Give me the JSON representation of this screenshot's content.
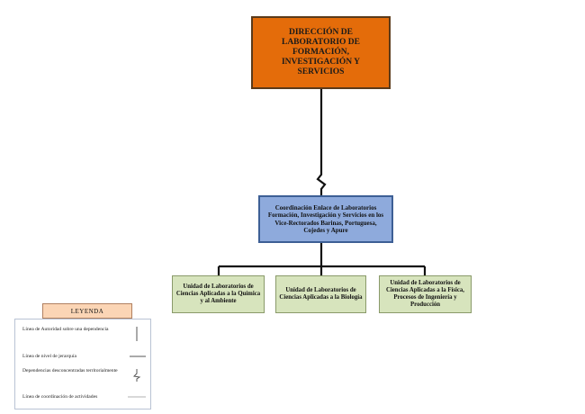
{
  "top_box": {
    "label": "DIRECCIÓN DE LABORATORIO DE FORMACIÓN, INVESTIGACIÓN Y SERVICIOS",
    "fill": "#e46c0a"
  },
  "coordination_box": {
    "label": "Coordinación Enlace de Laboratorios Formación, Investigación y Servicios en los Vice-Rectorados Barinas, Portuguesa, Cojedes y Apure",
    "fill": "#8eaadc"
  },
  "units": [
    {
      "label": "Unidad de Laboratorios de Ciencias Aplicadas a la Química y al Ambiente"
    },
    {
      "label": "Unidad de Laboratorios de Ciencias Aplicadas a la Biología"
    },
    {
      "label": "Unidad de Laboratorios de Ciencias Aplicadas a la Física, Procesos de Ingeniería y Producción"
    }
  ],
  "unit_fill": "#d7e4bd",
  "legend": {
    "title": "LEYENDA",
    "items": [
      {
        "label": "Línea de Autoridad sobre una dependencia",
        "symbol": "vertical-line"
      },
      {
        "label": "Línea de nivel de jerarquía",
        "symbol": "horizontal-line"
      },
      {
        "label": "Dependencias desconcentradas territorialmente",
        "symbol": "zigzag-line"
      },
      {
        "label": "Línea de coordinación de actividades",
        "symbol": "thin-horizontal-line"
      }
    ]
  }
}
